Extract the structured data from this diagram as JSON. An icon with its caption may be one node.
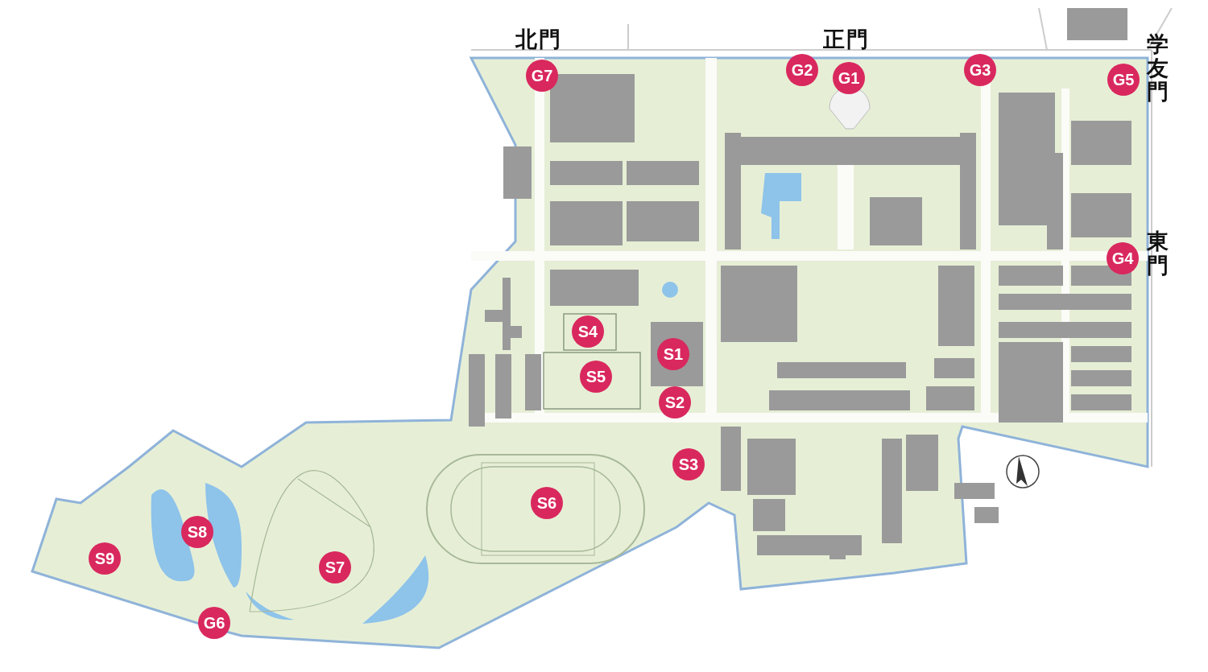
{
  "diagram": {
    "nodes": [
      {
        "text": [
          "G7"
        ]
      },
      {
        "text": [
          "G2"
        ]
      },
      {
        "text": [
          "G1"
        ]
      },
      {
        "text": [
          "G3"
        ]
      },
      {
        "text": [
          "G5"
        ]
      },
      {
        "text": [
          "G4"
        ]
      },
      {
        "text": [
          "S4"
        ]
      },
      {
        "text": [
          "S1"
        ]
      },
      {
        "text": [
          "S5"
        ]
      },
      {
        "text": [
          "S2"
        ]
      },
      {
        "text": [
          "S3"
        ]
      },
      {
        "text": [
          "S6"
        ]
      },
      {
        "text": [
          "S8"
        ]
      },
      {
        "text": [
          "S9"
        ]
      },
      {
        "text": [
          "S7"
        ]
      },
      {
        "text": [
          "G6"
        ]
      }
    ],
    "labels": [
      "北門",
      "正門",
      "学友門",
      "東門"
    ]
  }
}
